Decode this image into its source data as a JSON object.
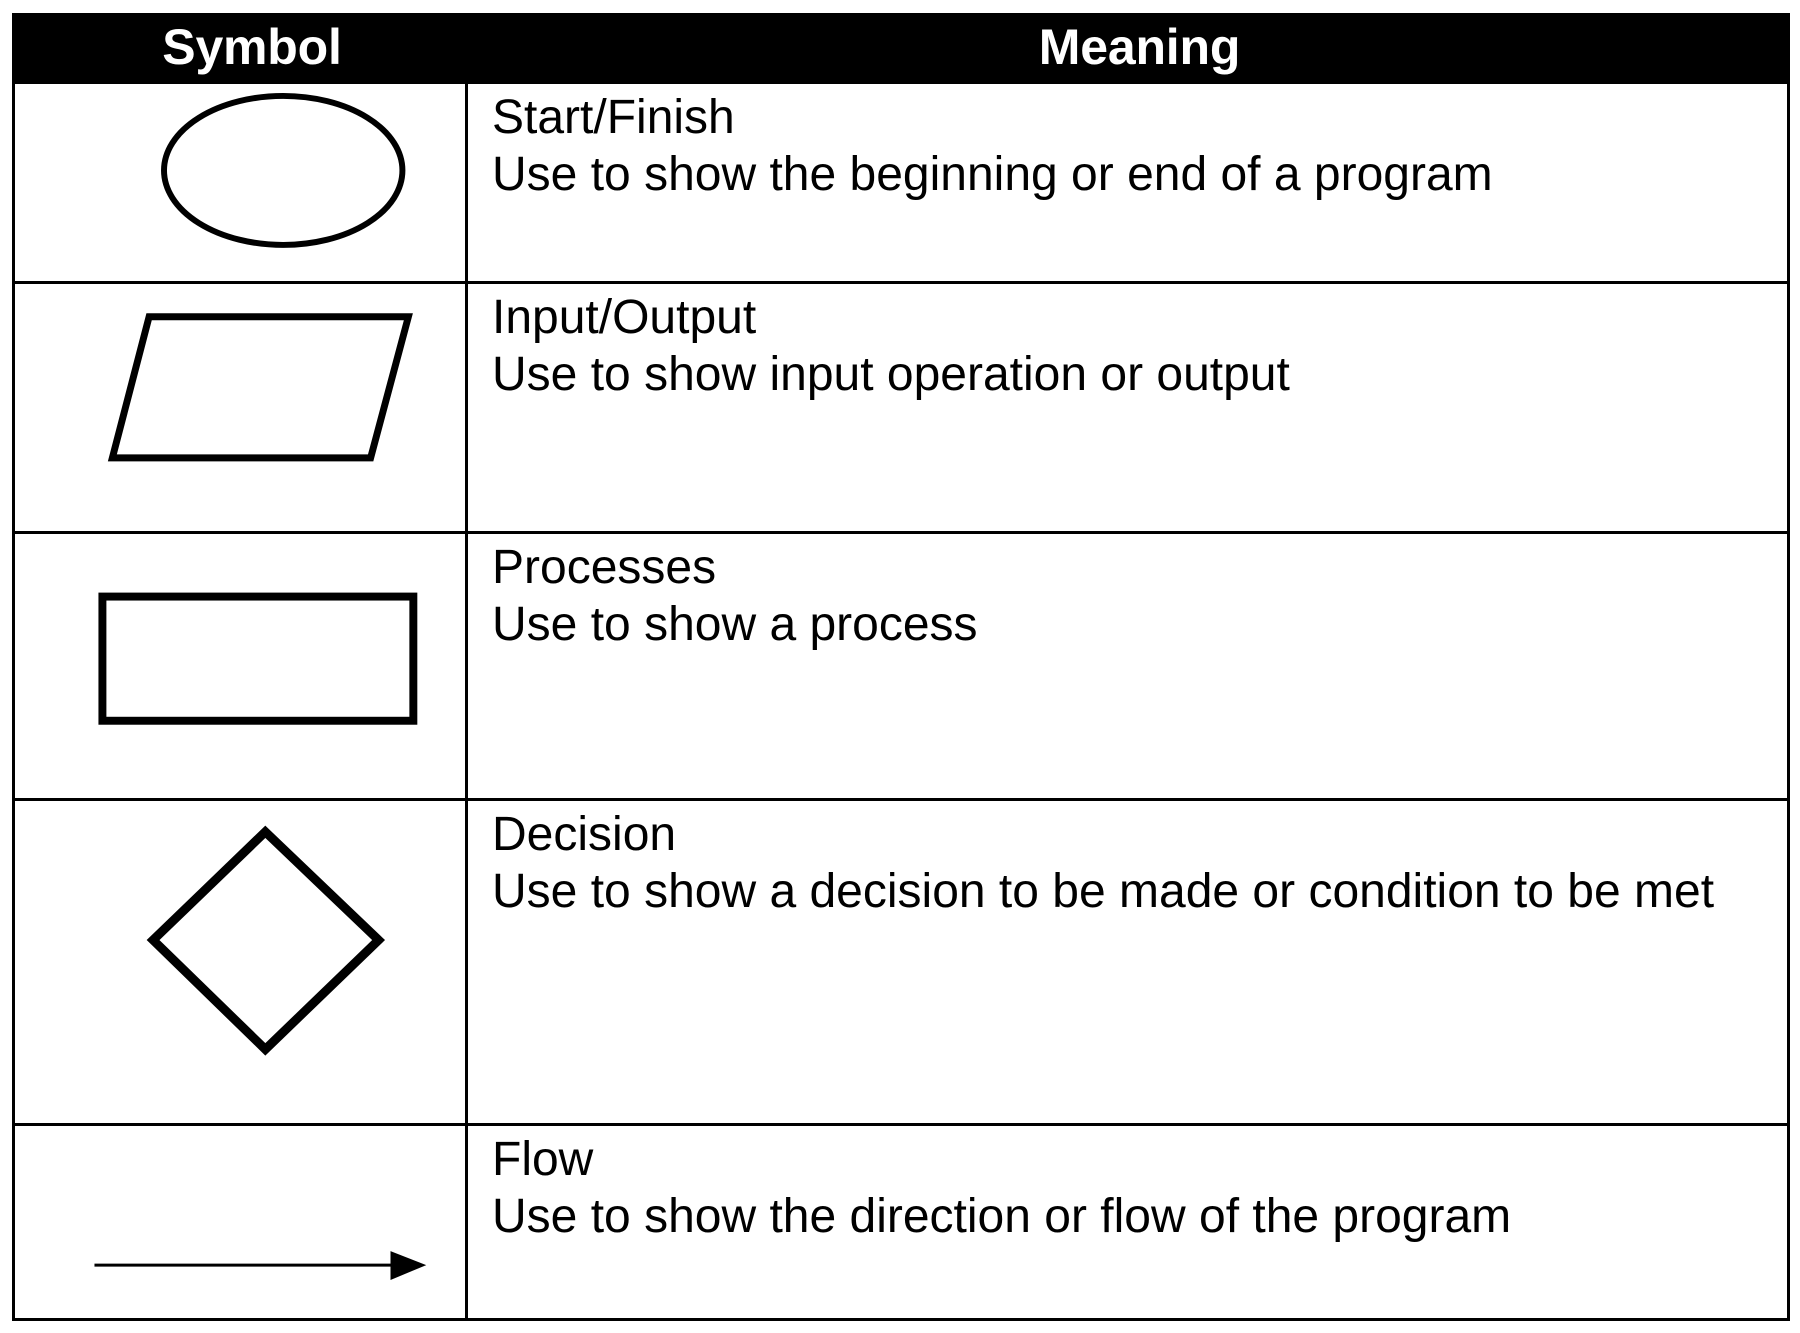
{
  "table": {
    "headers": {
      "symbol": "Symbol",
      "meaning": "Meaning"
    },
    "header_background": "#000000",
    "header_text_color": "#FFFFFF",
    "border_color": "#000000",
    "background": "#FFFFFF",
    "rows": [
      {
        "symbol_shape": "ellipse",
        "symbol_name": "ellipse-symbol",
        "title": "Start/Finish",
        "description": "Use to show the beginning or end of a program"
      },
      {
        "symbol_shape": "parallelogram",
        "symbol_name": "parallelogram-symbol",
        "title": "Input/Output",
        "description": "Use to show input operation or output"
      },
      {
        "symbol_shape": "rectangle",
        "symbol_name": "rectangle-symbol",
        "title": "Processes",
        "description": "Use to show a process"
      },
      {
        "symbol_shape": "diamond",
        "symbol_name": "diamond-symbol",
        "title": "Decision",
        "description": "Use to show a decision to be made or condition to be met"
      },
      {
        "symbol_shape": "arrow",
        "symbol_name": "arrow-symbol",
        "title": "Flow",
        "description": "Use to show the direction or flow of the program"
      }
    ]
  }
}
